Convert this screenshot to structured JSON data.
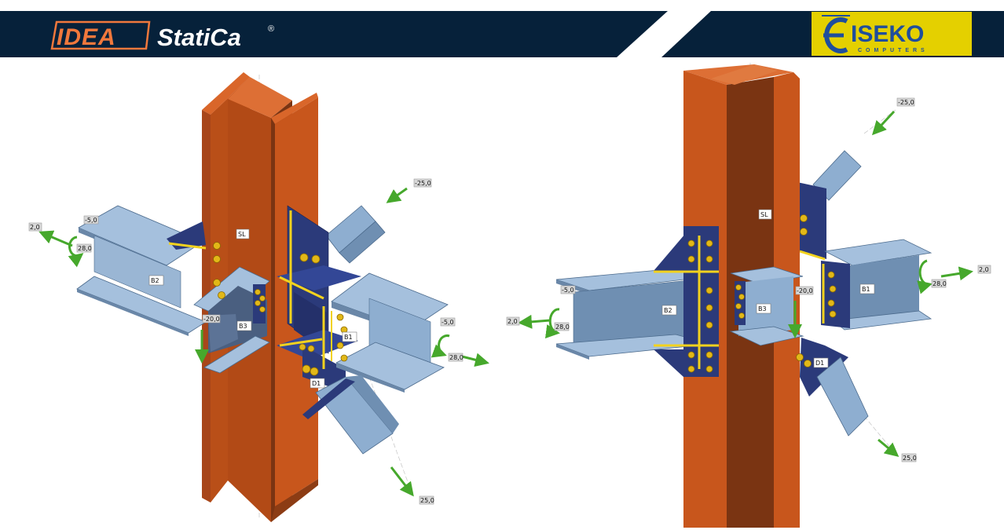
{
  "header": {
    "brand_left_mark": "IDEA",
    "brand_left_name": "StatiCa",
    "brand_left_reg": "®",
    "brand_right_name": "ISEKO",
    "brand_right_sub": "COMPUTERS"
  },
  "colors": {
    "header_bg": "#06213a",
    "idea_orange": "#f0783c",
    "column_orange": "#c8561c",
    "beam_blue": "#8eaed0",
    "plate_navy": "#2b3a7a",
    "weld_yellow": "#f2d21e",
    "arrow_green": "#46a82c",
    "eiseko_bg": "#e4d000",
    "eiseko_blue": "#1f4e9c"
  },
  "views": [
    {
      "members": {
        "column": "SL",
        "beam_b1": "B1",
        "beam_b2": "B2",
        "beam_b3": "B3",
        "diagonal": "D1"
      },
      "loads": [
        "2,0",
        "-5,0",
        "28,0",
        "-20,0",
        "-25,0",
        "-5,0",
        "28,0",
        "25,0"
      ]
    },
    {
      "members": {
        "column": "SL",
        "beam_b1": "B1",
        "beam_b2": "B2",
        "beam_b3": "B3",
        "diagonal": "D1"
      },
      "loads": [
        "-25,0",
        "2,0",
        "28,0",
        "-5,0",
        "-20,0",
        "2,0",
        "28,0",
        "25,0"
      ]
    }
  ]
}
